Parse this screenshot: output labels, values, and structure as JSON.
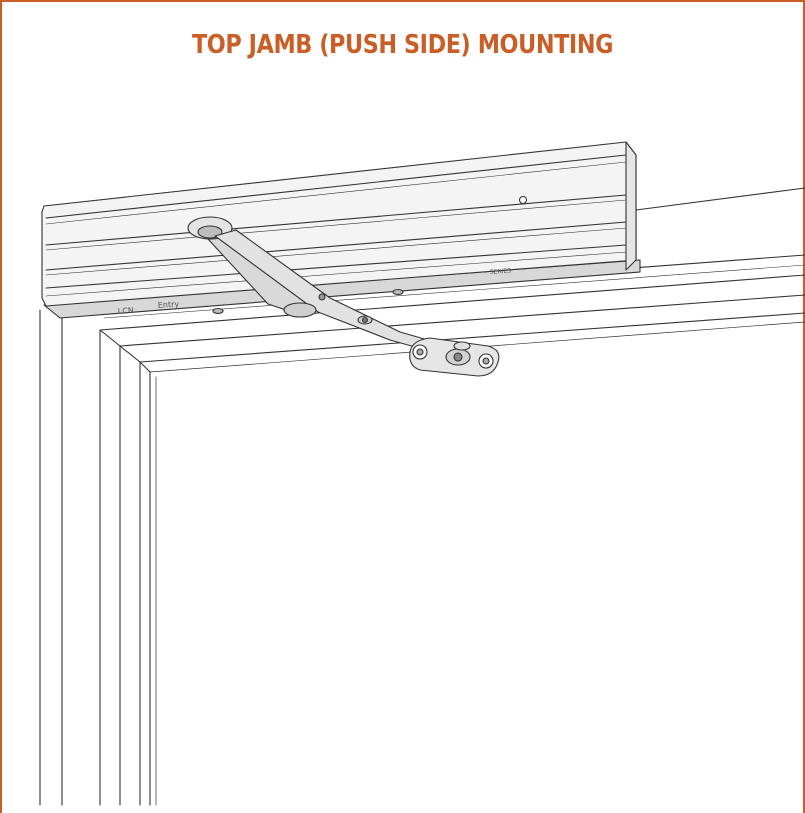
{
  "title": "TOP JAMB (PUSH SIDE) MOUNTING",
  "colors": {
    "accent": "#c95f27",
    "line": "#333333",
    "closer_body": "#f2f2f2",
    "closer_bottom": "#d6d6d6",
    "arm": "#dcdcdc"
  },
  "closer_labels": {
    "brand_left": "LCN",
    "brand_mid": "Entry",
    "right_stamp": "SERIES"
  }
}
